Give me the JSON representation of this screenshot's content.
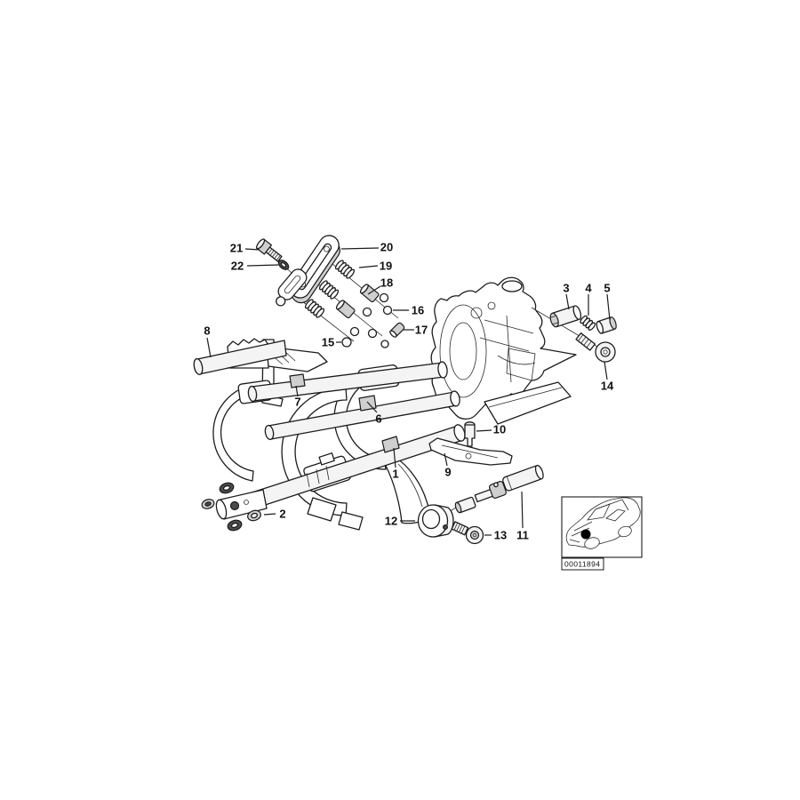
{
  "page": {
    "background": "#ffffff",
    "type": "parts-catalog-exploded-diagram"
  },
  "colors": {
    "line": "#1c1c1c",
    "background": "#ffffff",
    "part_fill": "#f4f4f4",
    "shade": "#cfcfcf",
    "dark": "#4a4a4a",
    "location_dot": "#000000"
  },
  "callouts": {
    "c1": "1",
    "c2": "2",
    "c3": "3",
    "c4": "4",
    "c5": "5",
    "c6": "6",
    "c7": "7",
    "c8": "8",
    "c9": "9",
    "c10": "10",
    "c11": "11",
    "c12": "12",
    "c13": "13",
    "c14": "14",
    "c15": "15",
    "c16": "16",
    "c17": "17",
    "c18": "18",
    "c19": "19",
    "c20": "20",
    "c21": "21",
    "c22": "22"
  },
  "thumbnail": {
    "icon": "car-location-icon",
    "code": "00011894"
  }
}
